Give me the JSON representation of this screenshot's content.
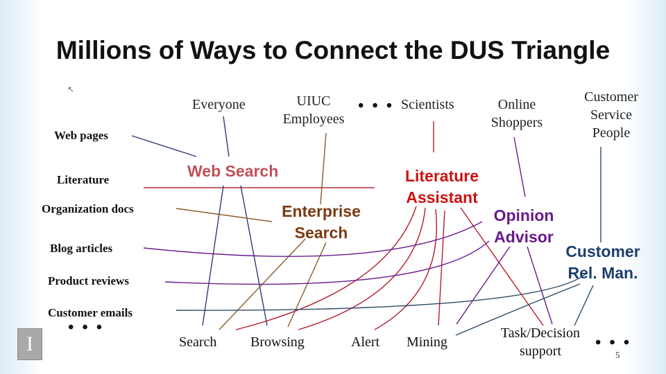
{
  "title": "Millions of Ways to Connect the DUS Triangle",
  "data_sources": [
    "Web pages",
    "Literature",
    "Organization docs",
    "Blog articles",
    "Product reviews",
    "Customer emails"
  ],
  "data_more": "• • •",
  "users": {
    "everyone": "Everyone",
    "uiuc_1": "UIUC",
    "uiuc_2": "Employees",
    "more": "• • •",
    "scientists": "Scientists",
    "online_1": "Online",
    "online_2": "Shoppers",
    "csp_1": "Customer",
    "csp_2": "Service",
    "csp_3": "People"
  },
  "systems": {
    "web_search": "Web Search",
    "enterprise_1": "Enterprise",
    "enterprise_2": "Search",
    "literature_1": "Literature",
    "literature_2": "Assistant",
    "opinion_1": "Opinion",
    "opinion_2": "Advisor",
    "crm_1": "Customer",
    "crm_2": "Rel. Man."
  },
  "functions": {
    "search": "Search",
    "browsing": "Browsing",
    "alert": "Alert",
    "mining": "Mining",
    "task_1": "Task/Decision",
    "task_2": "support",
    "more": "• • •"
  },
  "logo_letter": "I",
  "page_number": "5",
  "colors": {
    "web_search": "#c0505a",
    "enterprise": "#7a3a10",
    "literature": "#cc1111",
    "opinion": "#6a1a8c",
    "crm": "#1a3f6e",
    "line_web": "#b02a3a",
    "line_ent": "#8b5a2b",
    "line_lit": "#b51c2c",
    "line_op": "#6a1a8c",
    "line_crm": "#2c4a66"
  }
}
